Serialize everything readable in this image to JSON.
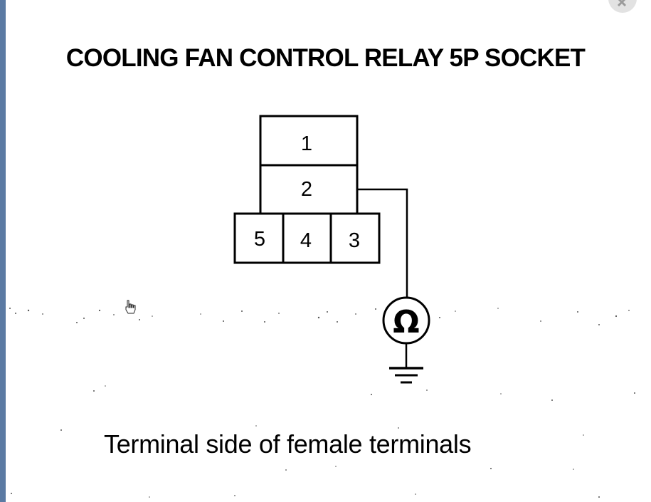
{
  "title": "COOLING FAN CONTROL RELAY 5P SOCKET",
  "terminals": {
    "t1": "1",
    "t2": "2",
    "t3": "3",
    "t4": "4",
    "t5": "5"
  },
  "ohmmeter_symbol": "Ω",
  "ground_symbol": "ground-icon",
  "caption": "Terminal side of female terminals",
  "colors": {
    "ink": "#000000",
    "background": "#ffffff"
  }
}
